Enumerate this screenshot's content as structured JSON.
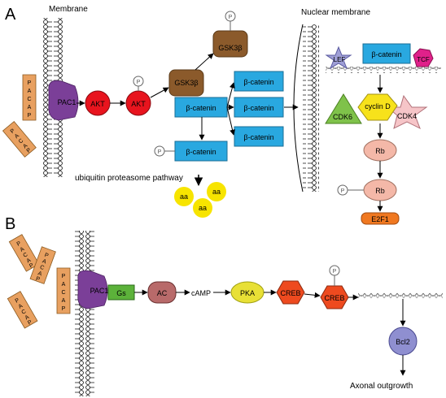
{
  "panel_a": {
    "panel_label": "A",
    "membrane_label": "Membrane",
    "nuclear_membrane_label": "Nuclear membrane",
    "pacap_letters": [
      "P",
      "A",
      "C",
      "A",
      "P"
    ],
    "pac1_label": "PAC1",
    "akt_label": "AKT",
    "phospho_label": "P",
    "gsk3b_label": "GSK3β",
    "beta_catenin_label": "β-catenin",
    "lef_label": "LEF",
    "tcf_label": "TCF",
    "cyclin_d_label": "cyclin D",
    "cdk6_label": "CDK6",
    "cdk4_label": "CDK4",
    "rb_label": "Rb",
    "e2f1_label": "E2F1",
    "ubiquitin_label": "ubiquitin proteasome pathway",
    "aa_label": "aa"
  },
  "panel_b": {
    "panel_label": "B",
    "pac1_label": "PAC1",
    "gs_label": "Gs",
    "ac_label": "AC",
    "camp_label": "cAMP",
    "pka_label": "PKA",
    "creb_label": "CREB",
    "phospho_label": "P",
    "bcl2_label": "Bcl2",
    "axonal_label": "Axonal outgrowth"
  },
  "colors": {
    "pacap": "#e8a060",
    "pac1": "#7b3f98",
    "akt": "#e8141e",
    "gsk3b": "#8b5a2b",
    "beta_catenin": "#29a8e0",
    "lef": "#9f9fd6",
    "tcf": "#e0218a",
    "cyclin_d": "#f7e21b",
    "cdk6": "#7fc24a",
    "cdk4": "#f6c5c8",
    "rb": "#f4b8a8",
    "e2f1": "#f07820",
    "aa": "#f7e400",
    "gs": "#5cb23a",
    "ac": "#b86a6a",
    "pka": "#e8e036",
    "creb": "#ee4a1f",
    "bcl2": "#8f8fd0"
  }
}
